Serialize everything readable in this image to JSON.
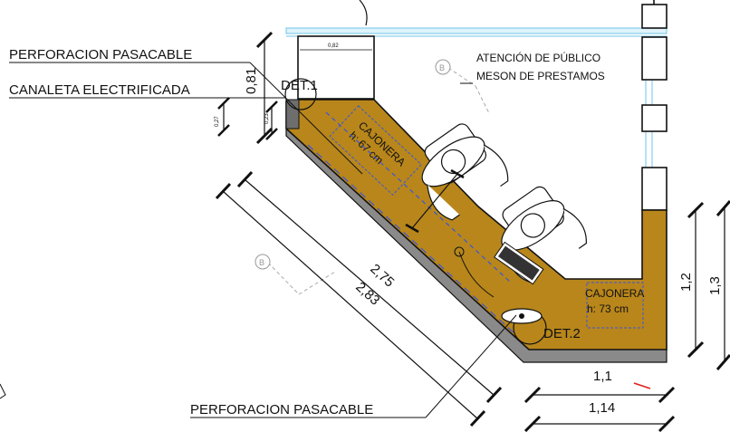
{
  "callouts": {
    "perforacion_top": "PERFORACION PASACABLE",
    "canaleta": "CANALETA  ELECTRIFICADA",
    "perforacion_bottom": "PERFORACION PASACABLE",
    "atencion_line1": "ATENCIÓN DE PÚBLICO",
    "atencion_line2": "MESON DE PRESTAMOS"
  },
  "details": {
    "det1": "DET.1",
    "det2": "DET.2"
  },
  "cajoneras": {
    "left_title": "CAJONERA",
    "left_height": "h: 67 cm",
    "right_title": "CAJONERA",
    "right_height": "h: 73 cm"
  },
  "dimensions": {
    "d_081": "0,81",
    "d_082": "0,82",
    "d_027": "0,27",
    "d_023": "0,23",
    "d_275": "2,75",
    "d_283": "2,83",
    "d_11": "1,1",
    "d_114": "1,14",
    "d_12": "1,2",
    "d_13": "1,3"
  },
  "colors": {
    "counter": "#b8861b",
    "counter_shadow": "#8a8a8a",
    "dashed_blue": "#3a57d9",
    "glass": "#6fc6e6",
    "accent_red": "#e0201f"
  },
  "icons": {
    "marker": "b-circle-marker-icon",
    "person": "seated-person-icon",
    "keyboard": "keyboard-icon"
  }
}
